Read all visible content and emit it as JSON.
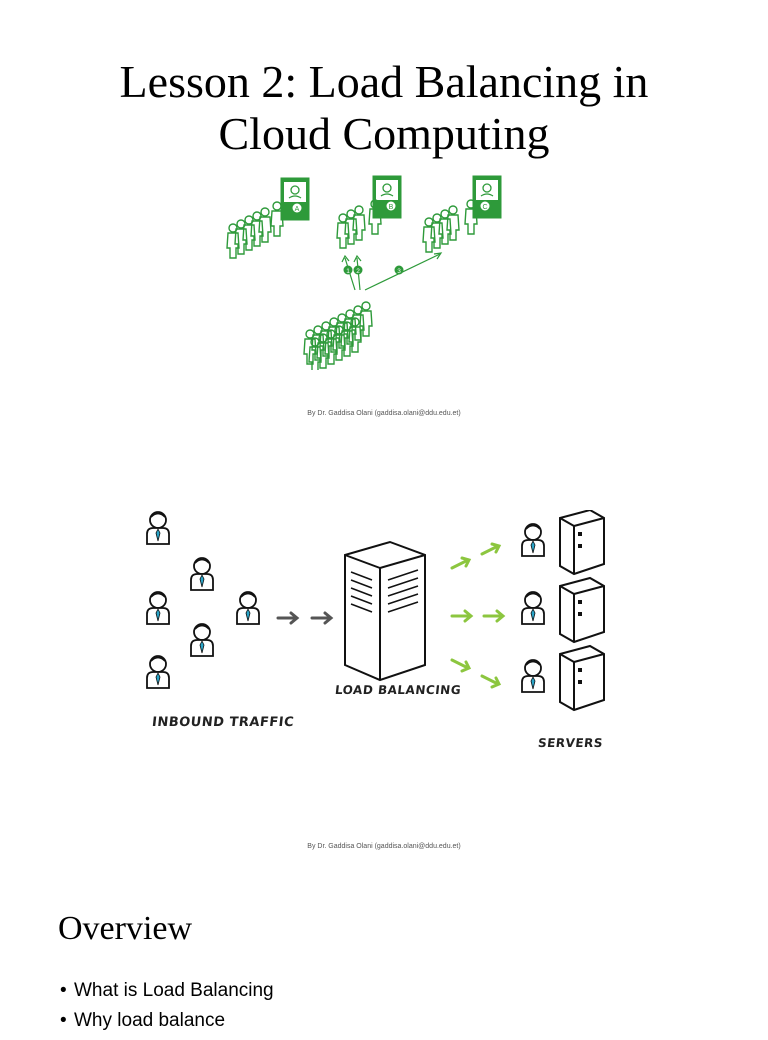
{
  "slides": [
    {
      "title_lines": [
        "Lesson 2: Load Balancing in",
        "Cloud Computing"
      ],
      "footer": "By Dr. Gaddisa Olani (gaddisa.olani@ddu.edu.et)",
      "illustration": {
        "counter_labels": [
          "A",
          "B",
          "C"
        ],
        "step_labels": [
          "1",
          "2",
          "3"
        ],
        "accent_color": "#2e9a3a"
      }
    },
    {
      "labels": {
        "inbound": "INBOUND TRAFFIC",
        "load_balancing": "LOAD BALANCING",
        "servers": "SERVERS"
      },
      "arrow_color_inbound": "#555555",
      "arrow_color_outbound": "#8cc63f",
      "footer": "By Dr. Gaddisa Olani (gaddisa.olani@ddu.edu.et)"
    },
    {
      "title": "Overview",
      "bullets": [
        "What is Load Balancing",
        "Why load balance"
      ]
    }
  ]
}
